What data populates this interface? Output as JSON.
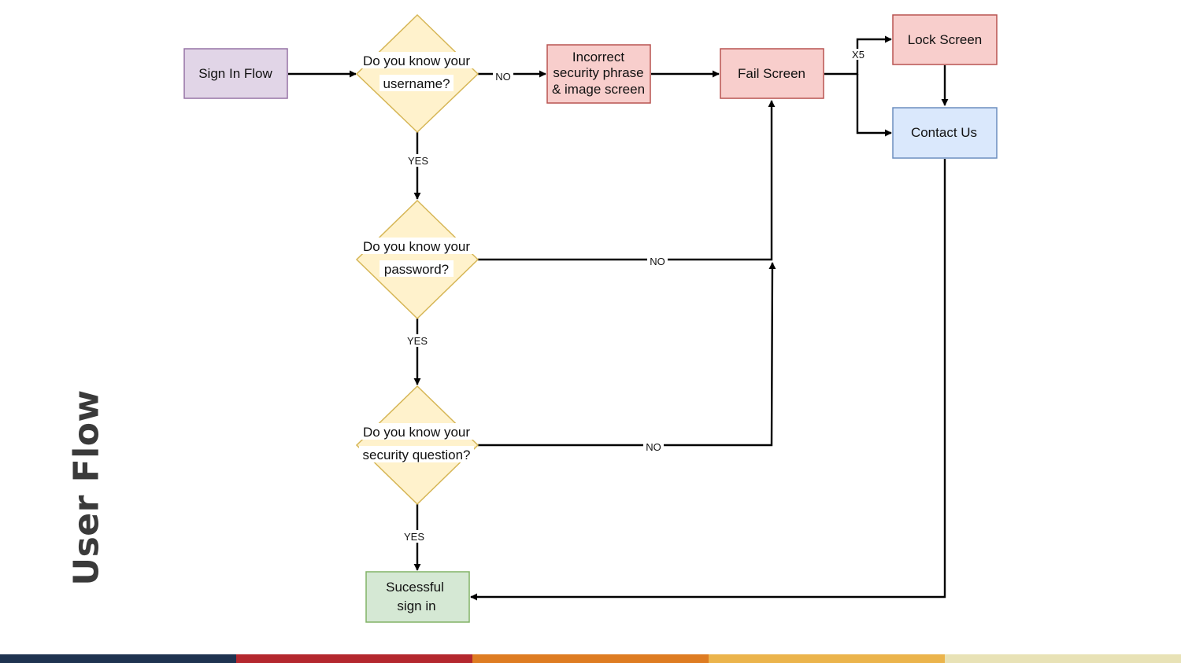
{
  "title": "User Flow",
  "nodes": {
    "sign_in": "Sign In Flow",
    "q_username": [
      "Do you know your",
      "username?"
    ],
    "incorrect": [
      "Incorrect",
      "security phrase",
      "& image screen"
    ],
    "fail": "Fail Screen",
    "lock": "Lock Screen",
    "contact": "Contact Us",
    "q_password": [
      "Do you know your",
      "password?"
    ],
    "q_security": [
      "Do you know your",
      "security question?"
    ],
    "success": [
      "Sucessful",
      "sign in"
    ]
  },
  "edges": {
    "no": "NO",
    "yes": "YES",
    "x5": "X5"
  },
  "colors": {
    "process_purple": "#e1d5e7",
    "process_purple_border": "#9673a6",
    "decision_yellow": "#fff2cc",
    "decision_yellow_border": "#d6b656",
    "error_red": "#f8cecc",
    "error_red_border": "#b85450",
    "info_blue": "#dae8fc",
    "info_blue_border": "#6c8ebf",
    "success_green": "#d5e8d4",
    "success_green_border": "#82b366",
    "title_text": "#3a3a3a"
  },
  "footer_stripes": [
    "#1f3350",
    "#b4282e",
    "#de7c22",
    "#ebb44c",
    "#e8e2b6"
  ]
}
